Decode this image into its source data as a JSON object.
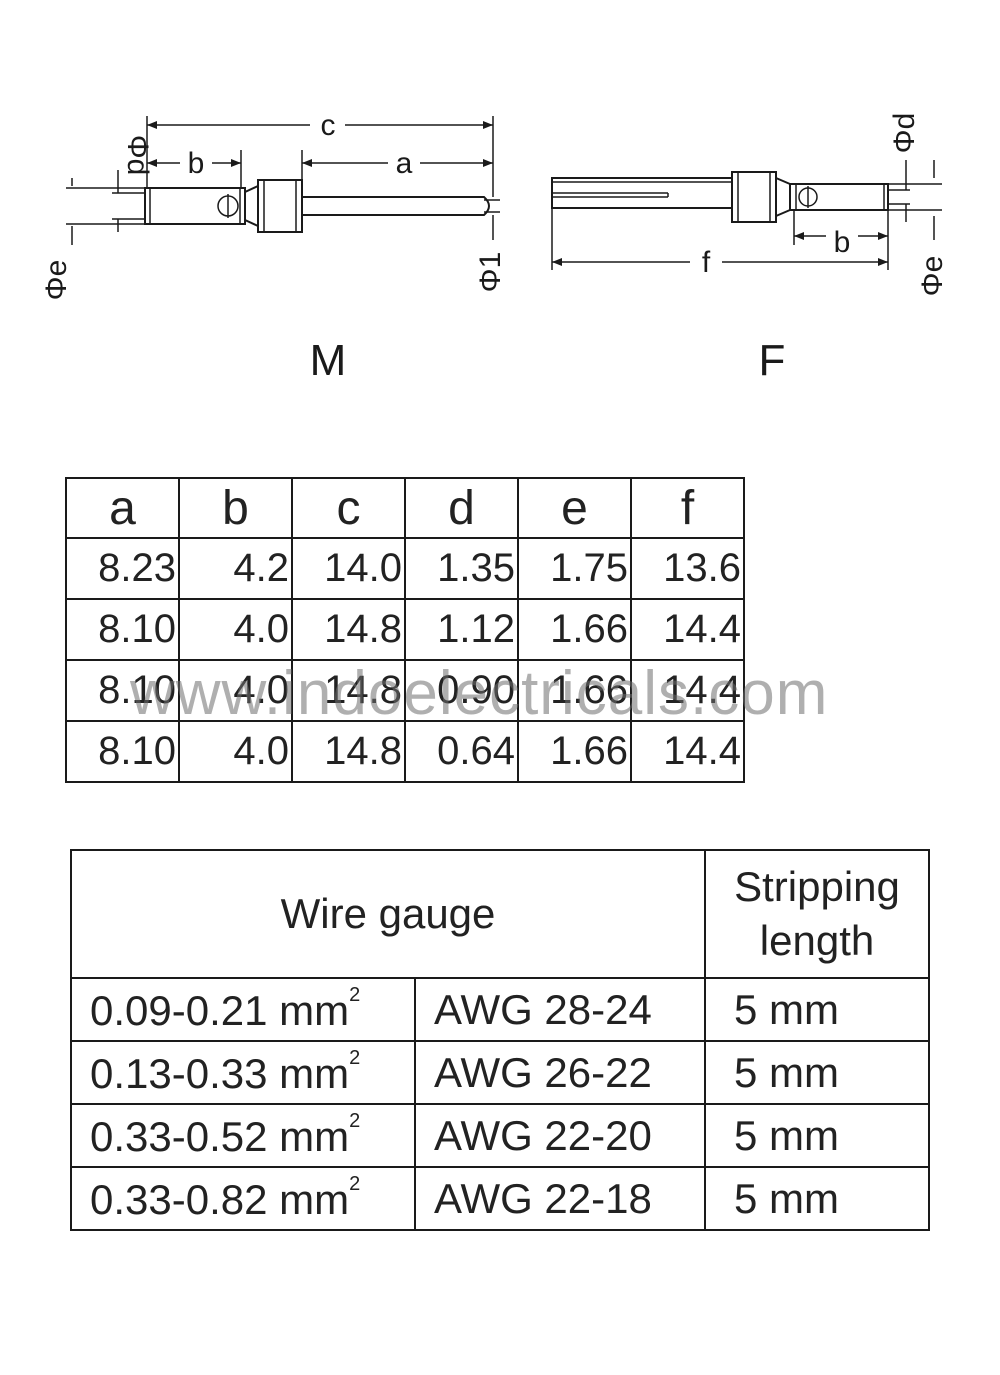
{
  "drawings": {
    "male": {
      "label": "M",
      "dims": {
        "a": "a",
        "b": "b",
        "c": "c",
        "phi_d": "Φd",
        "phi_e": "Φe",
        "phi_1": "Φ1"
      }
    },
    "female": {
      "label": "F",
      "dims": {
        "b": "b",
        "f": "f",
        "phi_d": "Φd",
        "phi_e": "Φe"
      }
    }
  },
  "dimension_table": {
    "headers": [
      "a",
      "b",
      "c",
      "d",
      "e",
      "f"
    ],
    "rows": [
      [
        "8.23",
        "4.2",
        "14.0",
        "1.35",
        "1.75",
        "13.6"
      ],
      [
        "8.10",
        "4.0",
        "14.8",
        "1.12",
        "1.66",
        "14.4"
      ],
      [
        "8.10",
        "4.0",
        "14.8",
        "0.90",
        "1.66",
        "14.4"
      ],
      [
        "8.10",
        "4.0",
        "14.8",
        "0.64",
        "1.66",
        "14.4"
      ]
    ]
  },
  "watermark": "www.indoelectricals.com",
  "wire_table": {
    "header_gauge": "Wire gauge",
    "header_strip_line1": "Stripping",
    "header_strip_line2": "length",
    "rows": [
      {
        "mm": "0.09-0.21 mm",
        "sup": "2",
        "awg": "AWG 28-24",
        "strip": "5 mm"
      },
      {
        "mm": "0.13-0.33 mm",
        "sup": "2",
        "awg": "AWG 26-22",
        "strip": "5 mm"
      },
      {
        "mm": "0.33-0.52 mm",
        "sup": "2",
        "awg": "AWG 22-20",
        "strip": "5 mm"
      },
      {
        "mm": "0.33-0.82 mm",
        "sup": "2",
        "awg": "AWG 22-18",
        "strip": "5 mm"
      }
    ]
  }
}
